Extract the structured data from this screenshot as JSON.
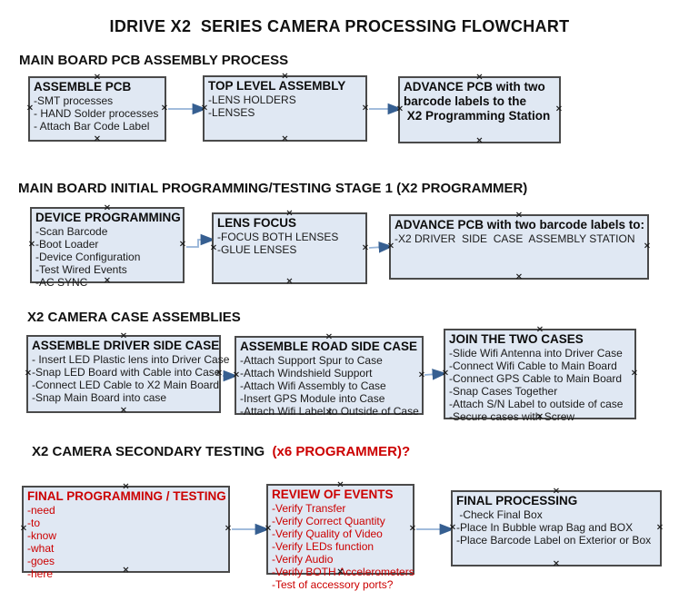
{
  "title": "IDRIVE X2  SERIES CAMERA PROCESSING FLOWCHART",
  "colors": {
    "box_fill": "#e0e8f3",
    "box_border": "#4a4a4a",
    "arrow_line": "#95b3d7",
    "arrow_head": "#365f91",
    "red_text": "#cc0000",
    "black_text": "#111111"
  },
  "handle_glyph": "×",
  "sections": [
    {
      "header": "MAIN BOARD PCB ASSEMBLY PROCESS",
      "boxes": [
        {
          "title": "ASSEMBLE PCB",
          "items": [
            "-SMT processes",
            "- HAND Solder processes",
            "- Attach Bar Code Label"
          ]
        },
        {
          "title": "TOP LEVEL ASSEMBLY",
          "items": [
            "-LENS HOLDERS",
            "-LENSES"
          ]
        },
        {
          "title": "ADVANCE PCB with two\nbarcode labels to the\n X2 Programming Station",
          "items": []
        }
      ]
    },
    {
      "header": "MAIN BOARD INITIAL PROGRAMMING/TESTING STAGE 1 (X2 PROGRAMMER)",
      "boxes": [
        {
          "title": "DEVICE PROGRAMMING",
          "items": [
            "-Scan Barcode",
            "-Boot Loader",
            "-Device Configuration",
            "-Test Wired Events",
            "-AC SYNC"
          ]
        },
        {
          "title": "LENS FOCUS",
          "items": [
            "-FOCUS BOTH LENSES",
            "-GLUE LENSES"
          ]
        },
        {
          "title": "ADVANCE PCB with two barcode labels to:",
          "items": [
            "-X2 DRIVER  SIDE  CASE  ASSEMBLY STATION"
          ]
        }
      ]
    },
    {
      "header": "X2 CAMERA CASE ASSEMBLIES",
      "boxes": [
        {
          "title": "ASSEMBLE DRIVER SIDE CASE",
          "items": [
            "- Insert LED Plastic lens into Driver Case",
            "-Snap LED Board with Cable into Case",
            "-Connect LED Cable to X2 Main Board",
            "-Snap Main Board into case"
          ]
        },
        {
          "title": "ASSEMBLE ROAD SIDE CASE",
          "items": [
            "-Attach Support Spur to Case",
            "-Attach Windshield Support",
            "-Attach Wifi Assembly to Case",
            "-Insert GPS Module into Case",
            "-Attach Wifi Label to Outside of Case"
          ]
        },
        {
          "title": "JOIN THE TWO CASES",
          "items": [
            "-Slide Wifi Antenna into Driver Case",
            "-Connect Wifi Cable to Main Board",
            "-Connect GPS Cable to Main Board",
            "-Snap Cases Together",
            "-Attach S/N Label to outside of case",
            "-Secure cases with Screw"
          ]
        }
      ]
    },
    {
      "header": "X2 CAMERA SECONDARY TESTING",
      "header_red": "  (x6 PROGRAMMER)?",
      "boxes": [
        {
          "title": "FINAL PROGRAMMING / TESTING",
          "items": [
            "-need",
            "-to",
            "-know",
            "-what",
            "-goes",
            "-here"
          ],
          "color": "#cc0000"
        },
        {
          "title": "REVIEW OF EVENTS",
          "items": [
            "-Verify Transfer",
            "-Verify Correct Quantity",
            "-Verify Quality of Video",
            "-Verify LEDs function",
            "-Verify Audio",
            "-Verify BOTH Accelerometers",
            "-Test of accessory ports?"
          ],
          "color": "#cc0000"
        },
        {
          "title": "FINAL PROCESSING",
          "items": [
            " -Check Final Box",
            "-Place In Bubble wrap Bag and BOX",
            "-Place Barcode Label on Exterior or Box"
          ]
        }
      ]
    }
  ]
}
